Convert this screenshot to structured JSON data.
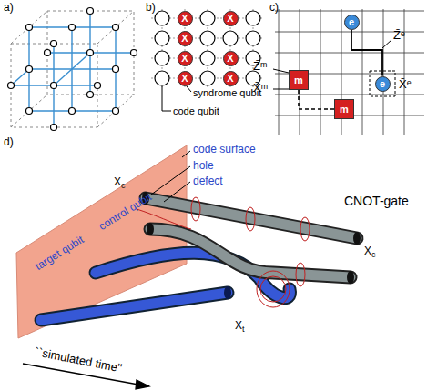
{
  "diagram": {
    "nodes": [
      {
        "text": [
          "X"
        ]
      },
      {
        "text": [
          "X"
        ]
      },
      {
        "text": [
          "X"
        ]
      },
      {
        "text": [
          "X"
        ]
      },
      {
        "text": [
          "X"
        ]
      },
      {
        "text": [
          "X"
        ]
      },
      {
        "text": [
          "X"
        ]
      },
      {
        "text": [
          "e"
        ]
      },
      {
        "text": [
          "m"
        ]
      },
      {
        "text": [
          "e"
        ]
      },
      {
        "text": [
          "m"
        ]
      }
    ],
    "edges": [
      {
        "from": 7,
        "to": 9,
        "arrow": "none"
      },
      {
        "from": 8,
        "to": 10,
        "arrow": "none"
      }
    ],
    "labels": [
      "a)",
      "b)",
      "c)",
      "d)",
      "syndrome qubit",
      "code qubit",
      "Z̄ᵉ",
      "X̄ᵉ",
      "Z̄ᵐ",
      "X̄ᵐ",
      "code surface",
      "hole",
      "defect",
      "target qubit",
      "control qubit",
      "CNOT-gate",
      "Xc",
      "Xc",
      "Xt",
      "``simulated time''"
    ]
  }
}
